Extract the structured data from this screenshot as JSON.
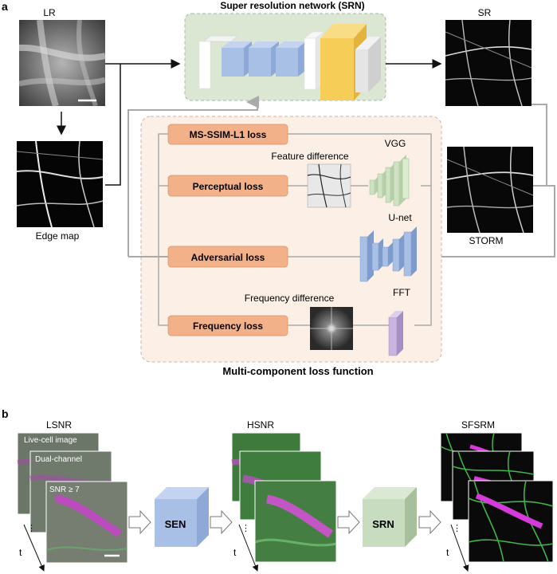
{
  "panel_a": {
    "label": "a",
    "lr_label": "LR",
    "edge_label": "Edge map",
    "srn_title": "Super resolution network (SRN)",
    "sr_label": "SR",
    "storm_label": "STORM",
    "loss_title": "Multi-component loss function",
    "losses": [
      "MS-SSIM-L1 loss",
      "Perceptual loss",
      "Adversarial loss",
      "Frequency loss"
    ],
    "feature_diff": "Feature difference",
    "vgg": "VGG",
    "unet": "U-net",
    "freq_diff": "Frequency difference",
    "fft": "FFT"
  },
  "panel_b": {
    "label": "b",
    "lsnr": "LSNR",
    "hsnr": "HSNR",
    "sfsrm": "SFSRM",
    "stack_labels": [
      "Live-cell image",
      "Dual-channel",
      "SNR ≥ 7"
    ],
    "sen": "SEN",
    "srn": "SRN",
    "t": "t",
    "dots": "⋮"
  },
  "colors": {
    "loss_box": "#f3b189",
    "loss_bg": "#fcefe6",
    "srn_bg": "#dbe6d3",
    "blue_block": "#a9c0e6",
    "yellow_block": "#f6cd57",
    "green_block": "#c8dcc0",
    "vgg": "#cfe3c2",
    "purple": "#c9b4df",
    "magenta": "#d43bd8",
    "cell_green": "#46b84e"
  }
}
